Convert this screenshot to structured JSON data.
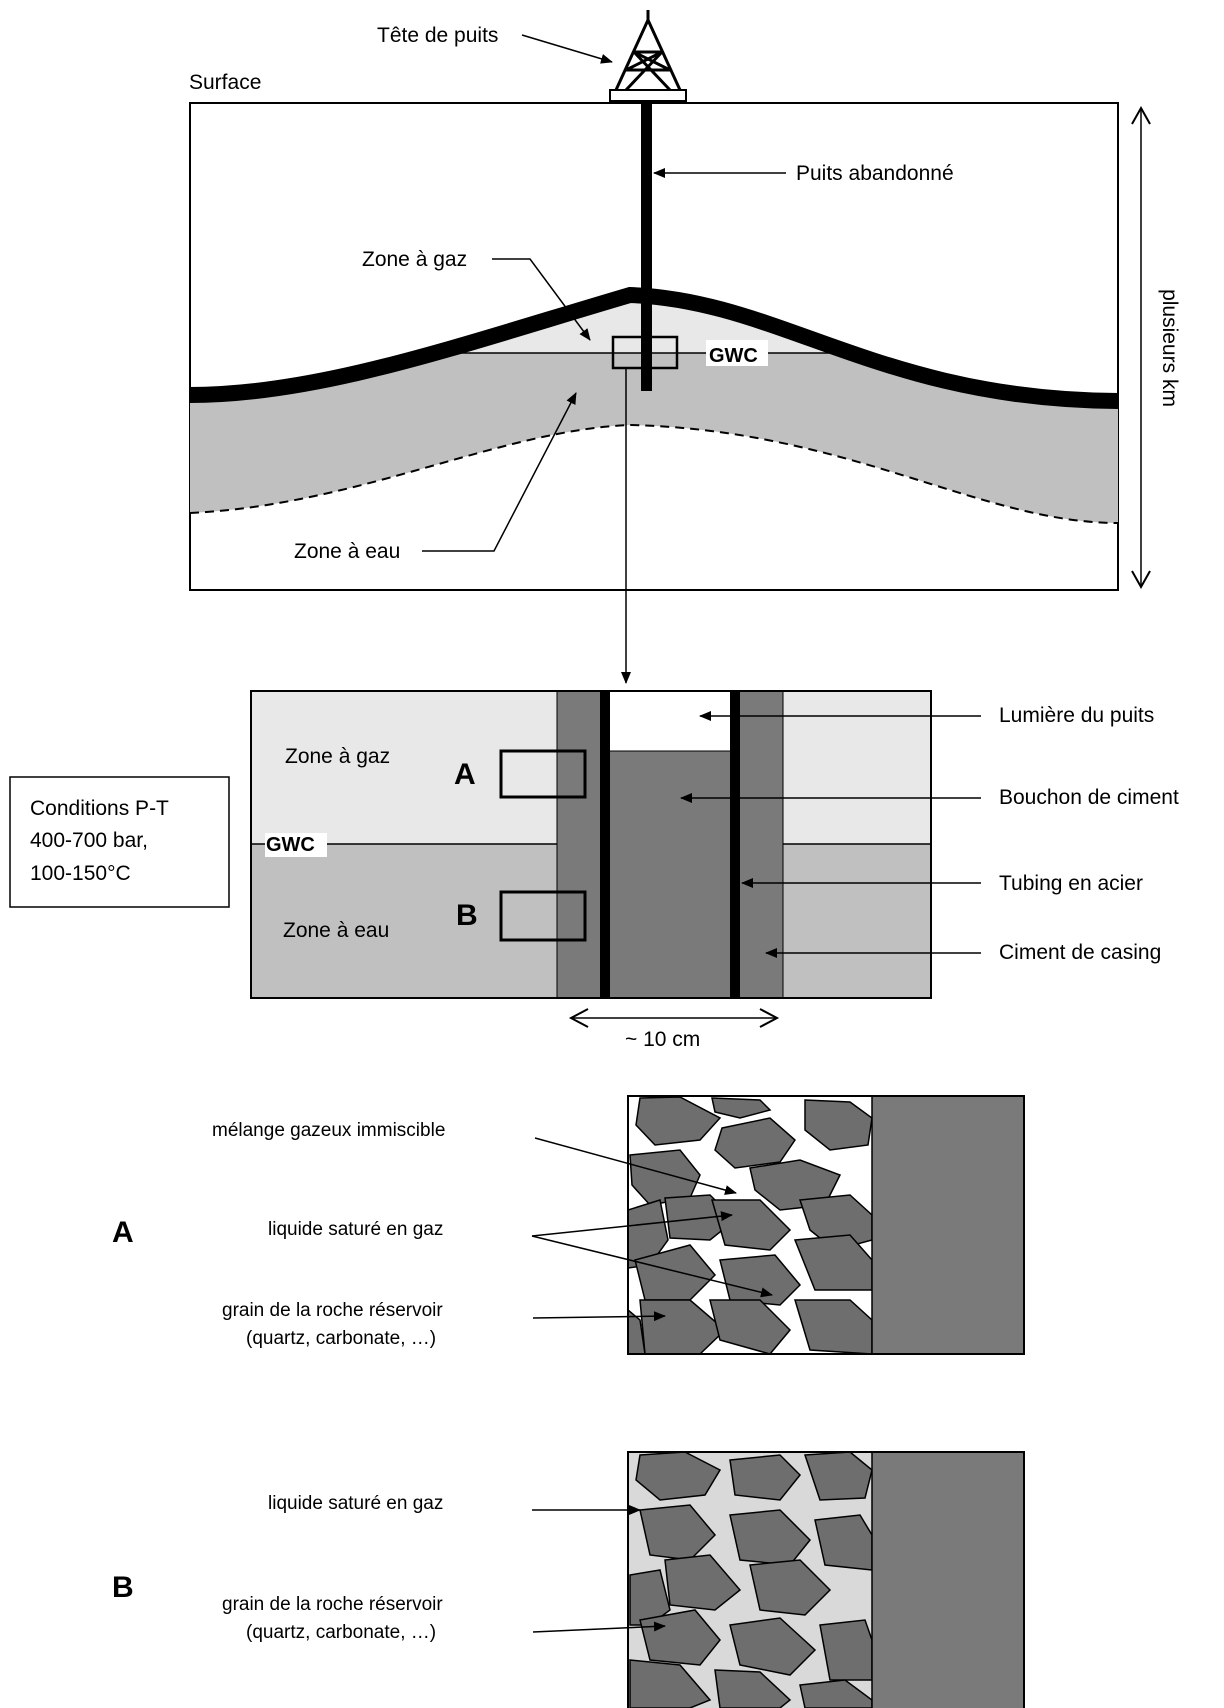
{
  "top": {
    "wellhead_label": "Tête de puits",
    "surface_label": "Surface",
    "abandoned_well_label": "Puits abandonné",
    "gas_zone_label": "Zone à gaz",
    "gwc_label": "GWC",
    "water_zone_label": "Zone à eau",
    "depth_label": "plusieurs km"
  },
  "middle": {
    "gas_zone_label": "Zone à gaz",
    "water_zone_label": "Zone à eau",
    "gwc_label": "GWC",
    "marker_a": "A",
    "marker_b": "B",
    "conditions": [
      "Conditions P-T",
      "400-700 bar,",
      "100-150°C"
    ],
    "well_light_label": "Lumière du puits",
    "cement_plug_label": "Bouchon de ciment",
    "steel_tubing_label": "Tubing en acier",
    "casing_cement_label": "Ciment de casing",
    "width_label": "~ 10 cm"
  },
  "detail_a": {
    "marker": "A",
    "immiscible_label": "mélange gazeux immiscible",
    "saturated_liquid_label": "liquide saturé en gaz",
    "grain_label_1": "grain de la roche réservoir",
    "grain_label_2": "(quartz, carbonate, …)"
  },
  "detail_b": {
    "marker": "B",
    "saturated_liquid_label": "liquide saturé en gaz",
    "grain_label_1": "grain de la roche réservoir",
    "grain_label_2": "(quartz, carbonate, …)"
  },
  "colors": {
    "gas_zone": "#e8e8e8",
    "water_zone": "#c0c0c0",
    "cement": "#7a7a7a",
    "grain": "#6e6e6e",
    "liquid_b": "#d9d9d9"
  }
}
